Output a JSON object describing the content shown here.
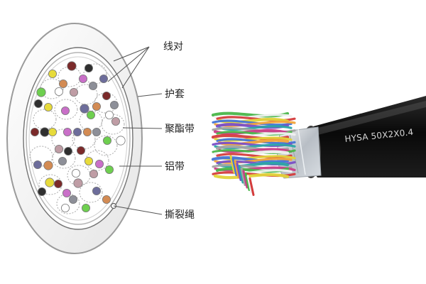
{
  "diagram": {
    "labels": [
      {
        "key": "wire_pair",
        "text": "线对"
      },
      {
        "key": "jacket",
        "text": "护套"
      },
      {
        "key": "polyester_tape",
        "text": "聚酯带"
      },
      {
        "key": "aluminum_tape",
        "text": "铝带"
      },
      {
        "key": "rip_cord",
        "text": "撕裂绳"
      }
    ],
    "cable_print": "HYSA 50X2X0.4"
  },
  "colors": {
    "outer_jacket": "#f4f4f4",
    "outline": "#8f8f8f",
    "core_fill": "#ffffff",
    "cable_black": "#111111",
    "shield_silver": "#bfc6cc",
    "conductor_palette": [
      "#7b2a2a",
      "#2f2f2f",
      "#e7db3b",
      "#c96fc8",
      "#6d6d9b",
      "#d38b53",
      "#8d8f98",
      "#6ecf4f",
      "#ffffff",
      "#bf9da5"
    ]
  }
}
